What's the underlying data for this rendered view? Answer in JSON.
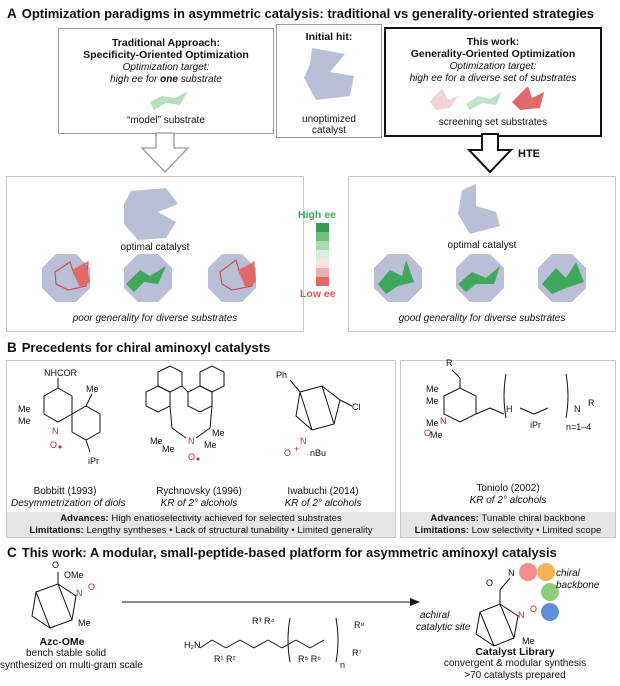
{
  "colors": {
    "catalyst": "#b9bfd6",
    "green": "#3fa85c",
    "red": "#e06a6a",
    "pink": "#f3cfcf",
    "radical": "#c0272d",
    "panel_gray": "#e6e6e6"
  },
  "section_a": {
    "letter": "A",
    "title": "Optimization paradigms in asymmetric catalysis: traditional vs generality-oriented strategies",
    "traditional": {
      "line1": "Traditional Approach:",
      "line2": "Specificity-Oriented Optimization",
      "target_label": "Optimization target:",
      "target_pre": "high ee for ",
      "target_em": "one",
      "target_post": " substrate",
      "substrate_label": "“model” substrate"
    },
    "initial": {
      "title": "Initial hit:",
      "label": "unoptimized",
      "label2": "catalyst"
    },
    "generality": {
      "line1": "This work:",
      "line2": "Generality-Oriented Optimization",
      "target_label": "Optimization target:",
      "target_text": "high ee for a diverse set of substrates",
      "substrate_label": "screening set substrates"
    },
    "hte": "HTE",
    "legend": {
      "high": "High ee",
      "low": "Low ee"
    },
    "left_result": {
      "catalyst_label": "optimal catalyst",
      "caption": "poor generality for diverse substrates"
    },
    "right_result": {
      "catalyst_label": "optimal catalyst",
      "caption": "good generality for diverse substrates"
    }
  },
  "section_b": {
    "letter": "B",
    "title": "Precedents for chiral aminoxyl catalysts",
    "compounds": [
      {
        "name": "Bobbitt (1993)",
        "desc": "Desymmetrization of diols",
        "group": "NHCOR",
        "sub": "iPr"
      },
      {
        "name": "Rychnovsky (1996)",
        "desc": "KR of 2° alcohols"
      },
      {
        "name": "Iwabuchi (2014)",
        "desc": "KR of 2° alcohols",
        "group": "Ph",
        "sub": "nBu"
      },
      {
        "name": "Toniolo (2002)",
        "desc": "KR of 2° alcohols",
        "n": "n=1–4"
      }
    ],
    "left_bar": {
      "adv_label": "Advances:",
      "adv_text": "High enatioselectivity achieved for selected substrates",
      "lim_label": "Limitations:",
      "lim_text": "Lengthy syntheses • Lack of structural tunability • Limited generality"
    },
    "right_bar": {
      "adv_label": "Advances:",
      "adv_text": "Tunable chiral backbone",
      "lim_label": "Limitations:",
      "lim_text": "Low selectivity • Limited scope"
    }
  },
  "section_c": {
    "letter": "C",
    "title": "This work: A modular, small-peptide-based platform for asymmetric aminoxyl catalysis",
    "azc_name": "Azc-OMe",
    "azc_line1": "bench stable solid",
    "azc_line2": "synthesized on multi-gram scale",
    "peptide_sub": "n",
    "library_name": "Catalyst Library",
    "library_line1": "convergent & modular synthesis",
    "library_line2": ">70 catalysts prepared",
    "achiral_line1": "achiral",
    "achiral_line2": "catalytic site",
    "chiral_line1": "chiral",
    "chiral_line2": "backbone"
  }
}
